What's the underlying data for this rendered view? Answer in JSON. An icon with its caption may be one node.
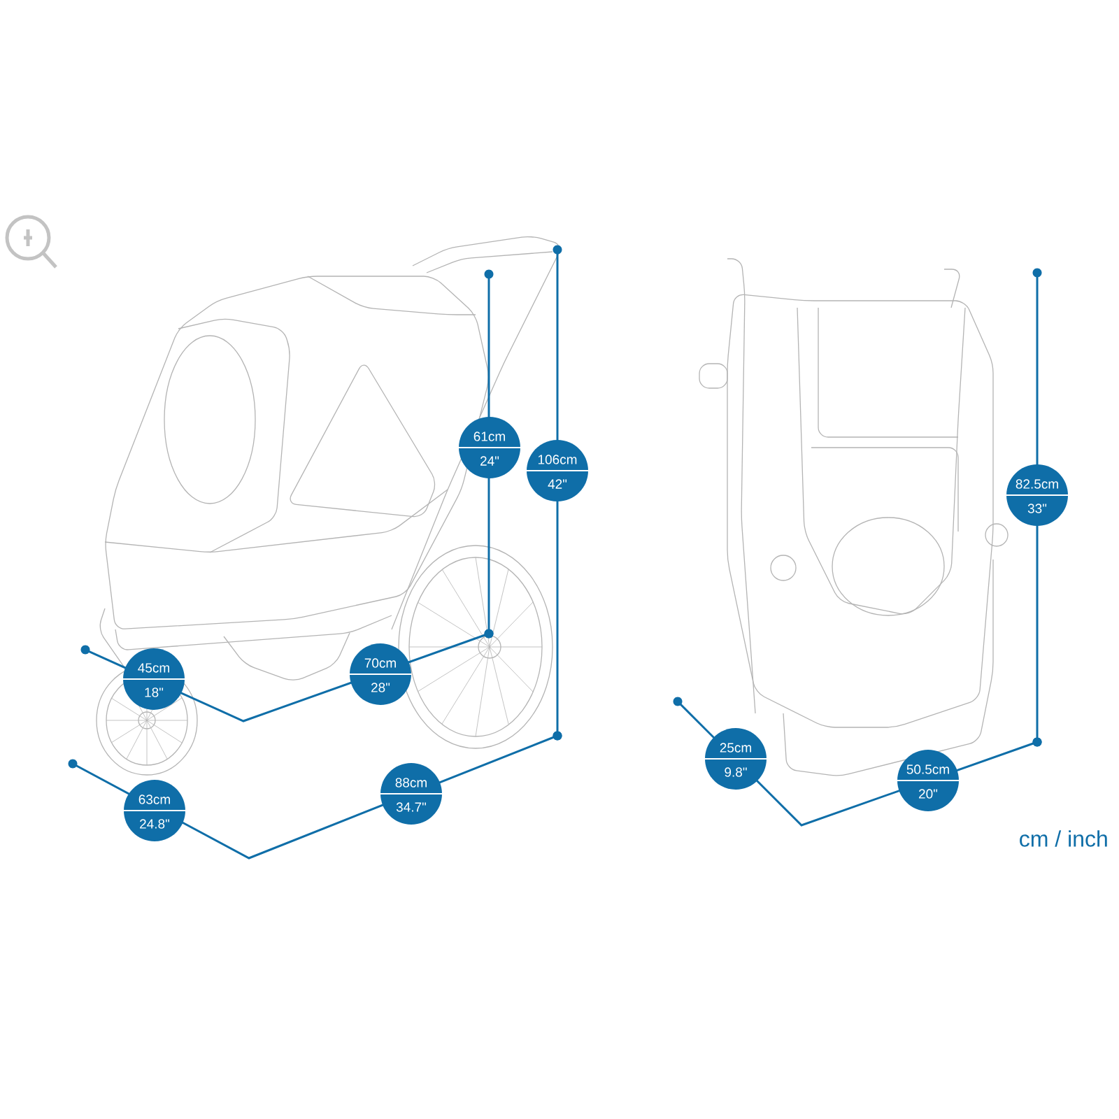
{
  "diagram": {
    "nodes": [
      {
        "text": [
          "61cm",
          "24\""
        ]
      },
      {
        "text": [
          "106cm",
          "42\""
        ]
      },
      {
        "text": [
          "45cm",
          "18\""
        ]
      },
      {
        "text": [
          "70cm",
          "28\""
        ]
      },
      {
        "text": [
          "63cm",
          "24.8\""
        ]
      },
      {
        "text": [
          "88cm",
          "34.7\""
        ]
      },
      {
        "text": [
          "82.5cm",
          "33\""
        ]
      },
      {
        "text": [
          "25cm",
          "9.8\""
        ]
      },
      {
        "text": [
          "50.5cm",
          "20\""
        ]
      }
    ],
    "labels": [
      "cm / inch"
    ]
  }
}
